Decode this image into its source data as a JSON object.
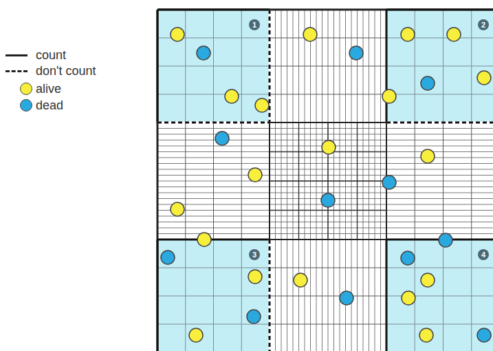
{
  "diagram": {
    "nodes": [
      {
        "text": [
          "1"
        ]
      },
      {
        "text": [
          "2"
        ]
      },
      {
        "text": [
          "3"
        ]
      },
      {
        "text": [
          "4"
        ]
      }
    ],
    "edges": [],
    "legend": [
      {
        "text": "count"
      },
      {
        "text": "don't count"
      },
      {
        "text": "alive",
        "color": "#f8ee3c"
      },
      {
        "text": "dead",
        "color": "#2aa9e0"
      }
    ]
  }
}
